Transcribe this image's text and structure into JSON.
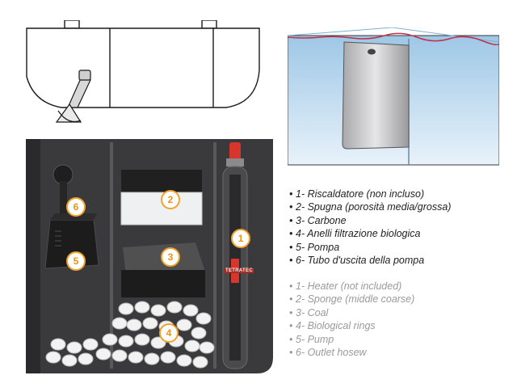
{
  "callouts": {
    "heater": "1",
    "sponge": "2",
    "coal": "3",
    "rings": "4",
    "pump": "5",
    "outlet": "6"
  },
  "italian": [
    "1- Riscaldatore (non incluso)",
    "2- Spugna (porosità media/grossa)",
    "3- Carbone",
    "4- Anelli filtrazione biologica",
    "5- Pompa",
    "6- Tubo d'uscita della pompa"
  ],
  "english": [
    "1- Heater (not included)",
    "2- Sponge (middle coarse)",
    "3- Coal",
    "4- Biological rings",
    "5- Pump",
    "6- Outlet hosew"
  ],
  "heater_brand": "TETRATEC",
  "colors": {
    "callout_ring": "#f2a22a",
    "callout_text": "#e8931a",
    "box_bg": "#3a3a3c",
    "water": "#bcd9ee",
    "waterline": "#c0304a",
    "heater_cap": "#d8352c"
  }
}
